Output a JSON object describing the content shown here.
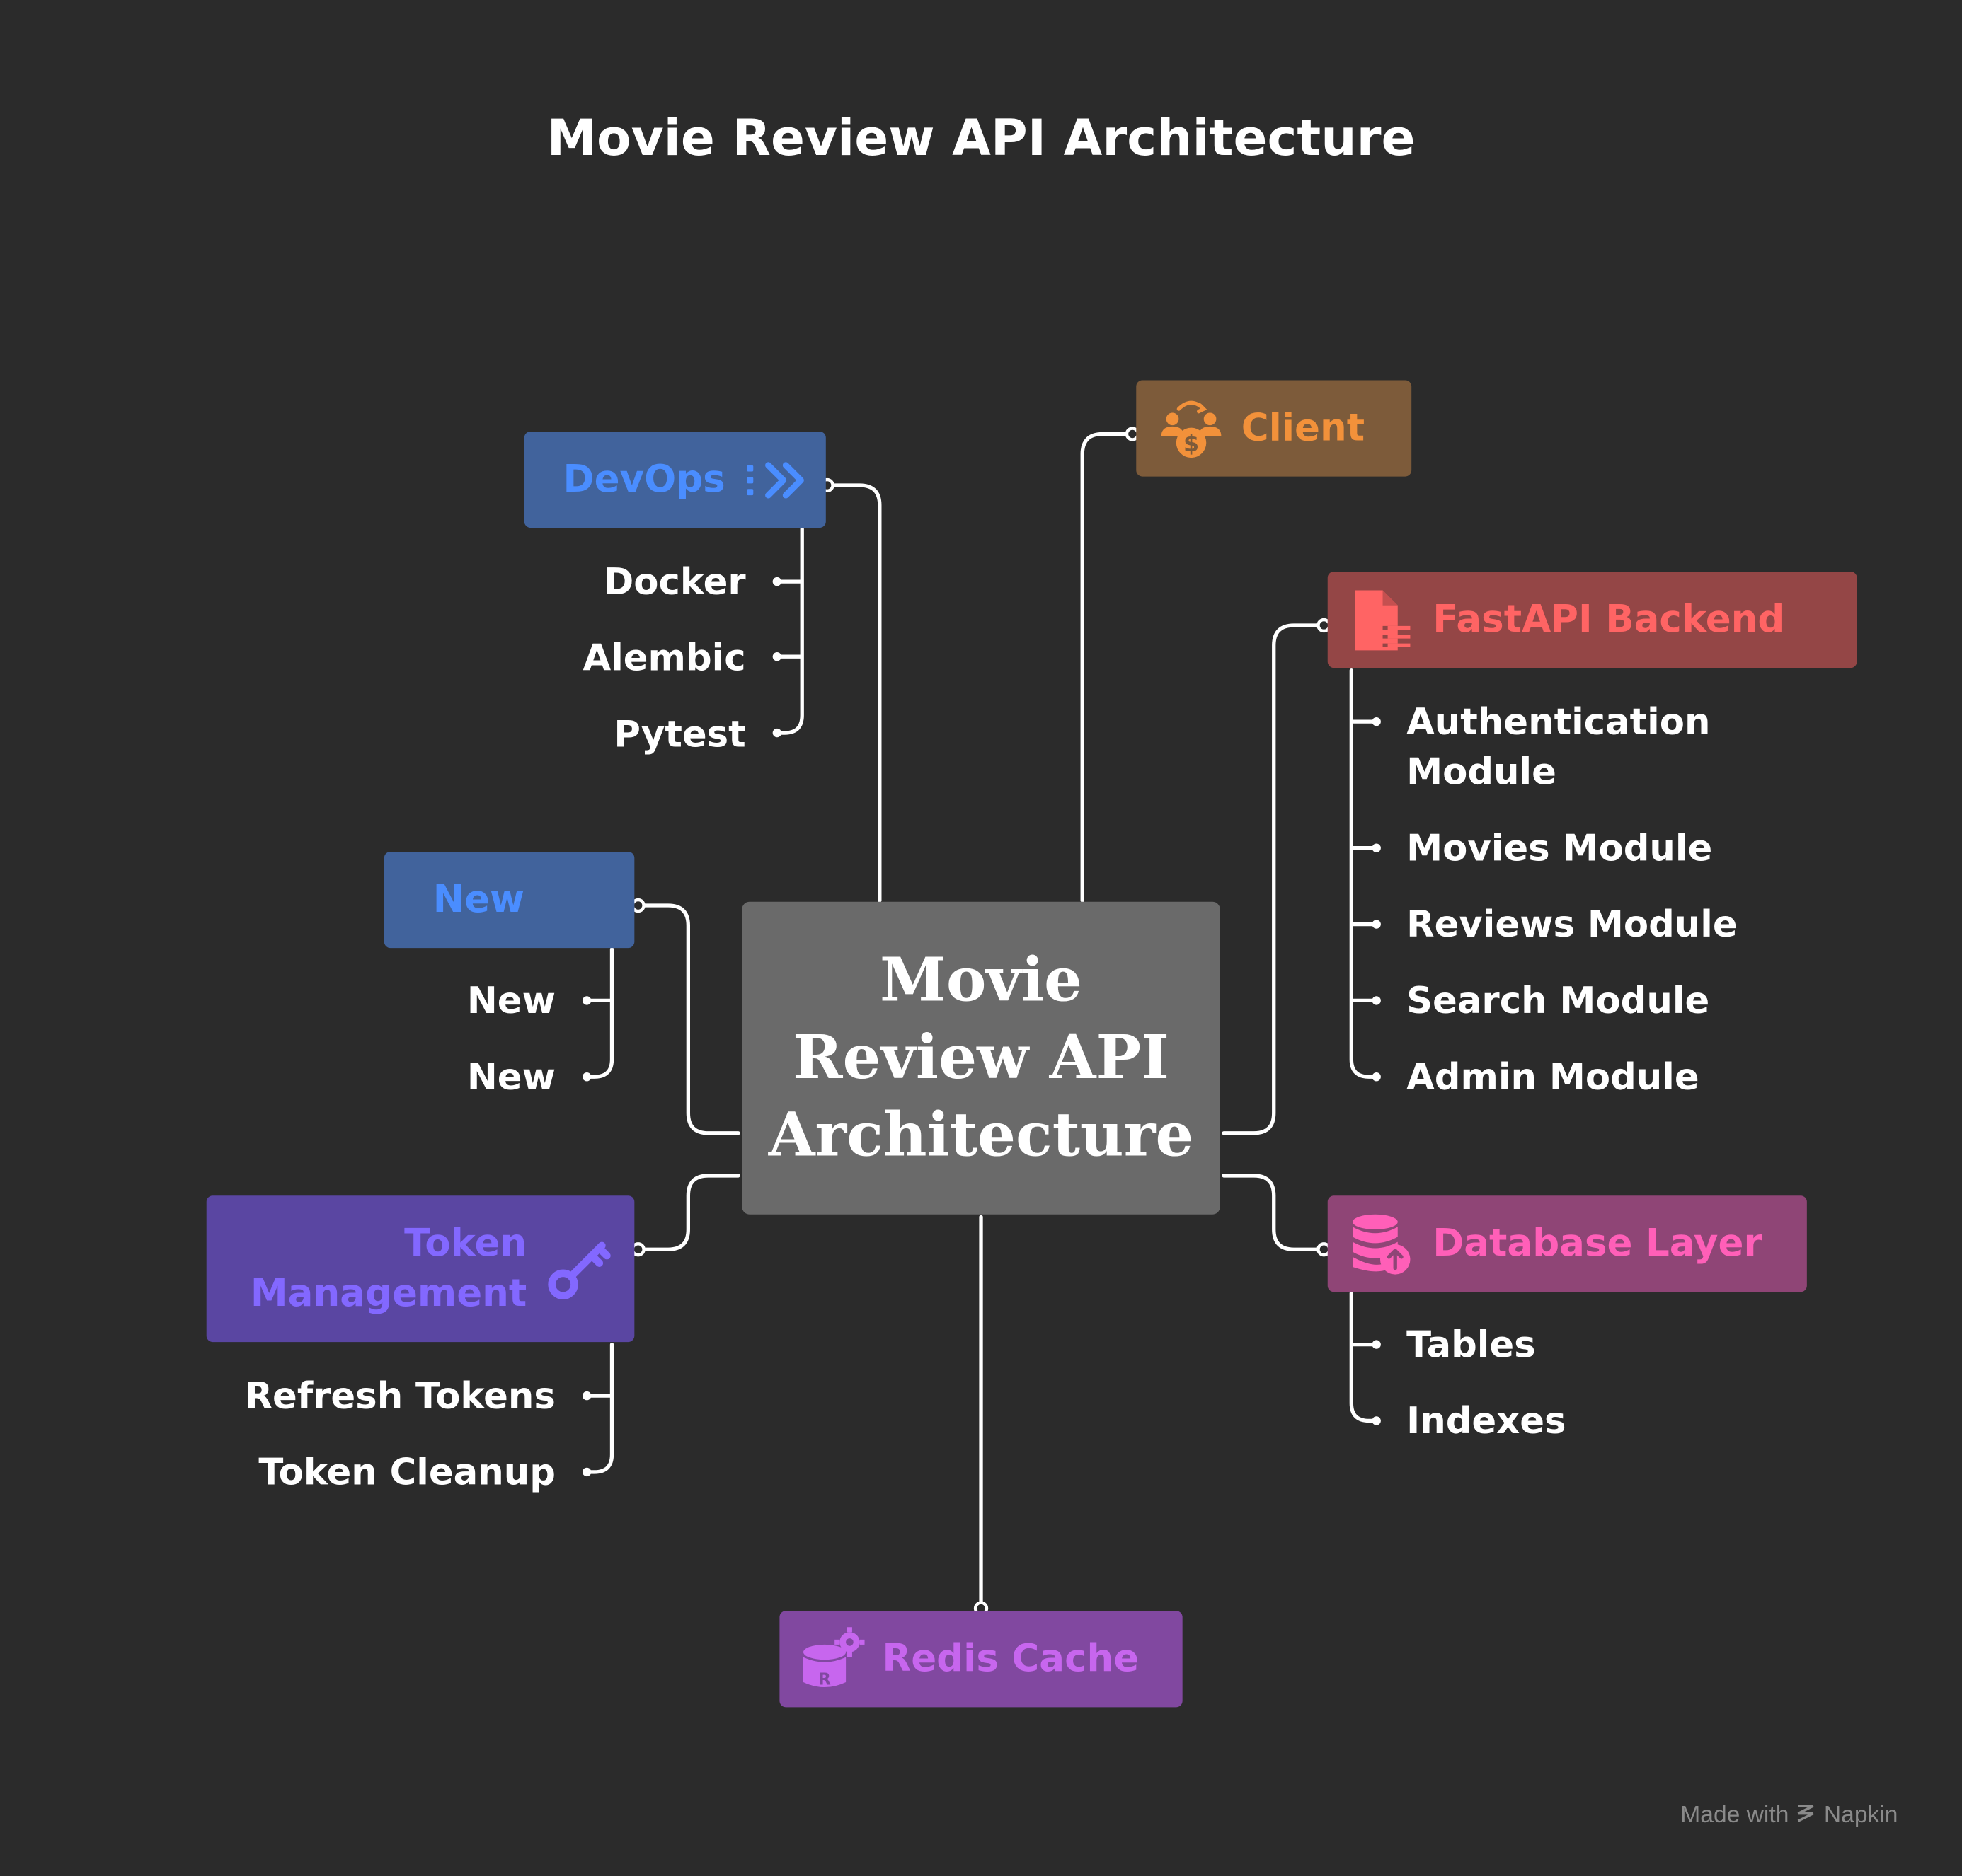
{
  "title": "Movie Review API Architecture",
  "central": {
    "lines": [
      "Movie",
      "Review API",
      "Architecture"
    ]
  },
  "nodes": {
    "devops": {
      "label": "DevOps",
      "color": "#4a8dff",
      "fill": "#41639c",
      "icon": "double-chevron-icon",
      "children": [
        "Docker",
        "Alembic",
        "Pytest"
      ]
    },
    "client": {
      "label": "Client",
      "color": "#f2913a",
      "fill": "#7d5b3a",
      "icon": "client-money-icon",
      "children": []
    },
    "fastapi": {
      "label": "FastAPI Backend",
      "color": "#ff6464",
      "fill": "#944646",
      "icon": "document-icon",
      "children": [
        "Authentication Module",
        "Movies Module",
        "Reviews Module",
        "Search Module",
        "Admin Module"
      ]
    },
    "new": {
      "label": "New",
      "color": "#4a8dff",
      "fill": "#41639c",
      "icon": "",
      "children": [
        "New",
        "New"
      ]
    },
    "token": {
      "label_line1": "Token",
      "label_line2": "Management",
      "color": "#8368ff",
      "fill": "#5a46a2",
      "icon": "key-icon",
      "children": [
        "Refresh Tokens",
        "Token Cleanup"
      ]
    },
    "database": {
      "label": "Database Layer",
      "color": "#ff5fb8",
      "fill": "#8f4576",
      "icon": "database-upload-icon",
      "children": [
        "Tables",
        "Indexes"
      ]
    },
    "redis": {
      "label": "Redis Cache",
      "color": "#c766ee",
      "fill": "#8148a0",
      "icon": "redis-database-icon",
      "children": []
    }
  },
  "credit": {
    "text": "Made with",
    "brand": "Napkin"
  }
}
